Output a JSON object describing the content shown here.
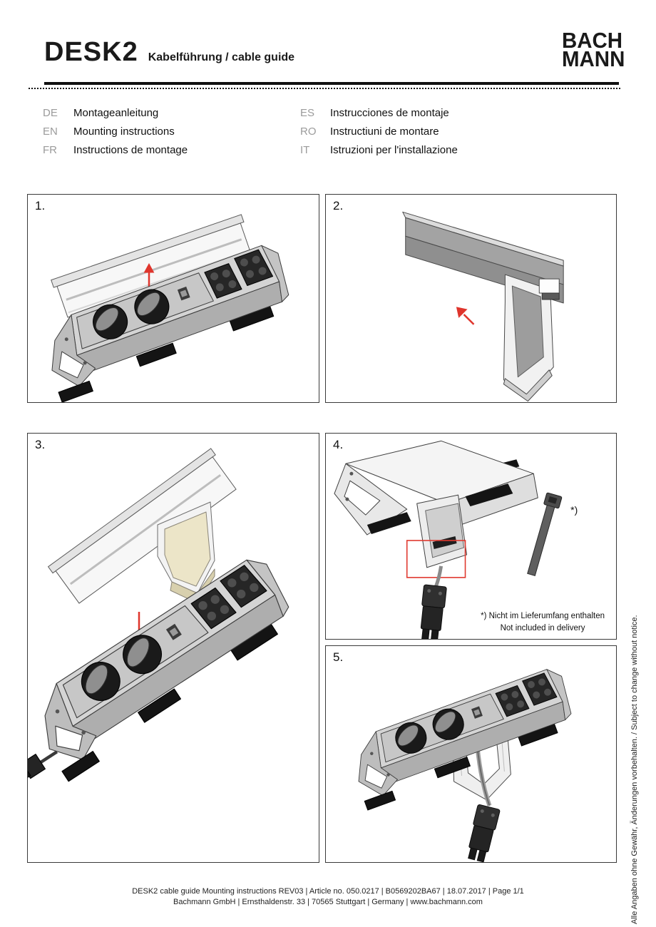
{
  "document": {
    "title": "DESK2",
    "subtitle": "Kabelführung / cable guide",
    "logo": {
      "line1": "BACH",
      "line2": "MANN"
    }
  },
  "languages": [
    {
      "code": "DE",
      "label": "Montageanleitung"
    },
    {
      "code": "EN",
      "label": "Mounting instructions"
    },
    {
      "code": "FR",
      "label": "Instructions de montage"
    },
    {
      "code": "ES",
      "label": "Instrucciones de montaje"
    },
    {
      "code": "RO",
      "label": "Instructiuni de montare"
    },
    {
      "code": "IT",
      "label": "Istruzioni per l'installazione"
    }
  ],
  "steps": [
    {
      "number": "1."
    },
    {
      "number": "2."
    },
    {
      "number": "3."
    },
    {
      "number": "4."
    },
    {
      "number": "5."
    }
  ],
  "step4_note": {
    "marker": "*)",
    "line1": "*) Nicht im Lieferumfang enthalten",
    "line2": "Not included in delivery"
  },
  "side_note": "Alle Angaben ohne Gewähr, Änderungen vorbehalten. / Subject to change without notice.",
  "footer": {
    "line1": "DESK2 cable guide Mounting instructions REV03 | Article no. 050.0217 | B0569202BA67 | 18.07.2017 | Page 1/1",
    "line2": "Bachmann GmbH | Ernsthaldenstr. 33 | 70565 Stuttgart | Germany | www.bachmann.com"
  },
  "colors": {
    "accent_red": "#df352c",
    "language_code_gray": "#9b9b9b"
  }
}
